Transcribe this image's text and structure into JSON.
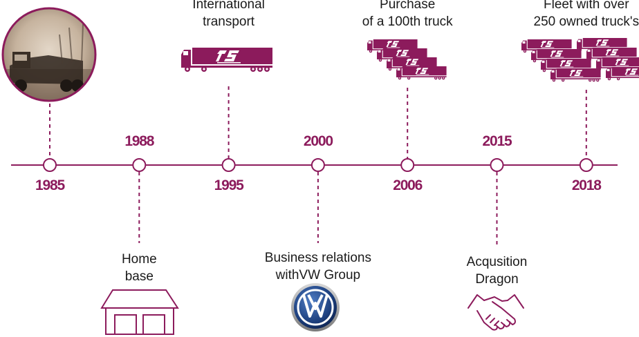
{
  "colors": {
    "accent": "#8c1b5c",
    "text": "#1a1a1a",
    "line": "#8c1b5c"
  },
  "milestones": [
    {
      "year": "1985",
      "side": "below",
      "text_lines": [],
      "icon": "vintage-truck-photo"
    },
    {
      "year": "1988",
      "side": "above",
      "text_lines": [
        "Home",
        "base"
      ],
      "icon": "house-icon"
    },
    {
      "year": "1995",
      "side": "below",
      "text_lines": [
        "International",
        "transport"
      ],
      "icon": "truck-icon"
    },
    {
      "year": "2000",
      "side": "above",
      "text_lines": [
        "Business relations",
        "withVW Group"
      ],
      "icon": "vw-logo-icon"
    },
    {
      "year": "2006",
      "side": "below",
      "text_lines": [
        "Purchase",
        "of a 100th truck"
      ],
      "icon": "truck-fleet-icon"
    },
    {
      "year": "2015",
      "side": "above",
      "text_lines": [
        "Acqusition",
        "Dragon"
      ],
      "icon": "handshake-icon"
    },
    {
      "year": "2018",
      "side": "below",
      "text_lines": [
        "Fleet with over",
        "250 owned truck's"
      ],
      "icon": "large-truck-fleet-icon"
    }
  ],
  "truck_logo_text": "TS"
}
